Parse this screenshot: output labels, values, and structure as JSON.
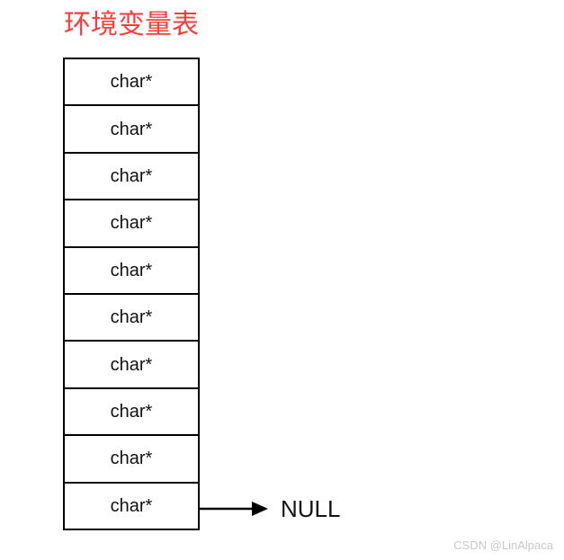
{
  "diagram": {
    "title": "环境变量表",
    "title_color": "#fa3c3c",
    "background_color": "#ffffff",
    "border_color": "#000000",
    "table": {
      "name": "environment-variable-table",
      "cell_count": 10,
      "cells": [
        {
          "label": "char*"
        },
        {
          "label": "char*"
        },
        {
          "label": "char*"
        },
        {
          "label": "char*"
        },
        {
          "label": "char*"
        },
        {
          "label": "char*"
        },
        {
          "label": "char*"
        },
        {
          "label": "char*"
        },
        {
          "label": "char*"
        },
        {
          "label": "char*"
        }
      ]
    },
    "terminator": {
      "label": "NULL",
      "label_color": "#141414",
      "arrow_icon": "arrow-right-icon",
      "from_cell_index": 9
    }
  },
  "watermark": {
    "text": "CSDN @LinAlpaca",
    "color": "#c9c9c9"
  }
}
